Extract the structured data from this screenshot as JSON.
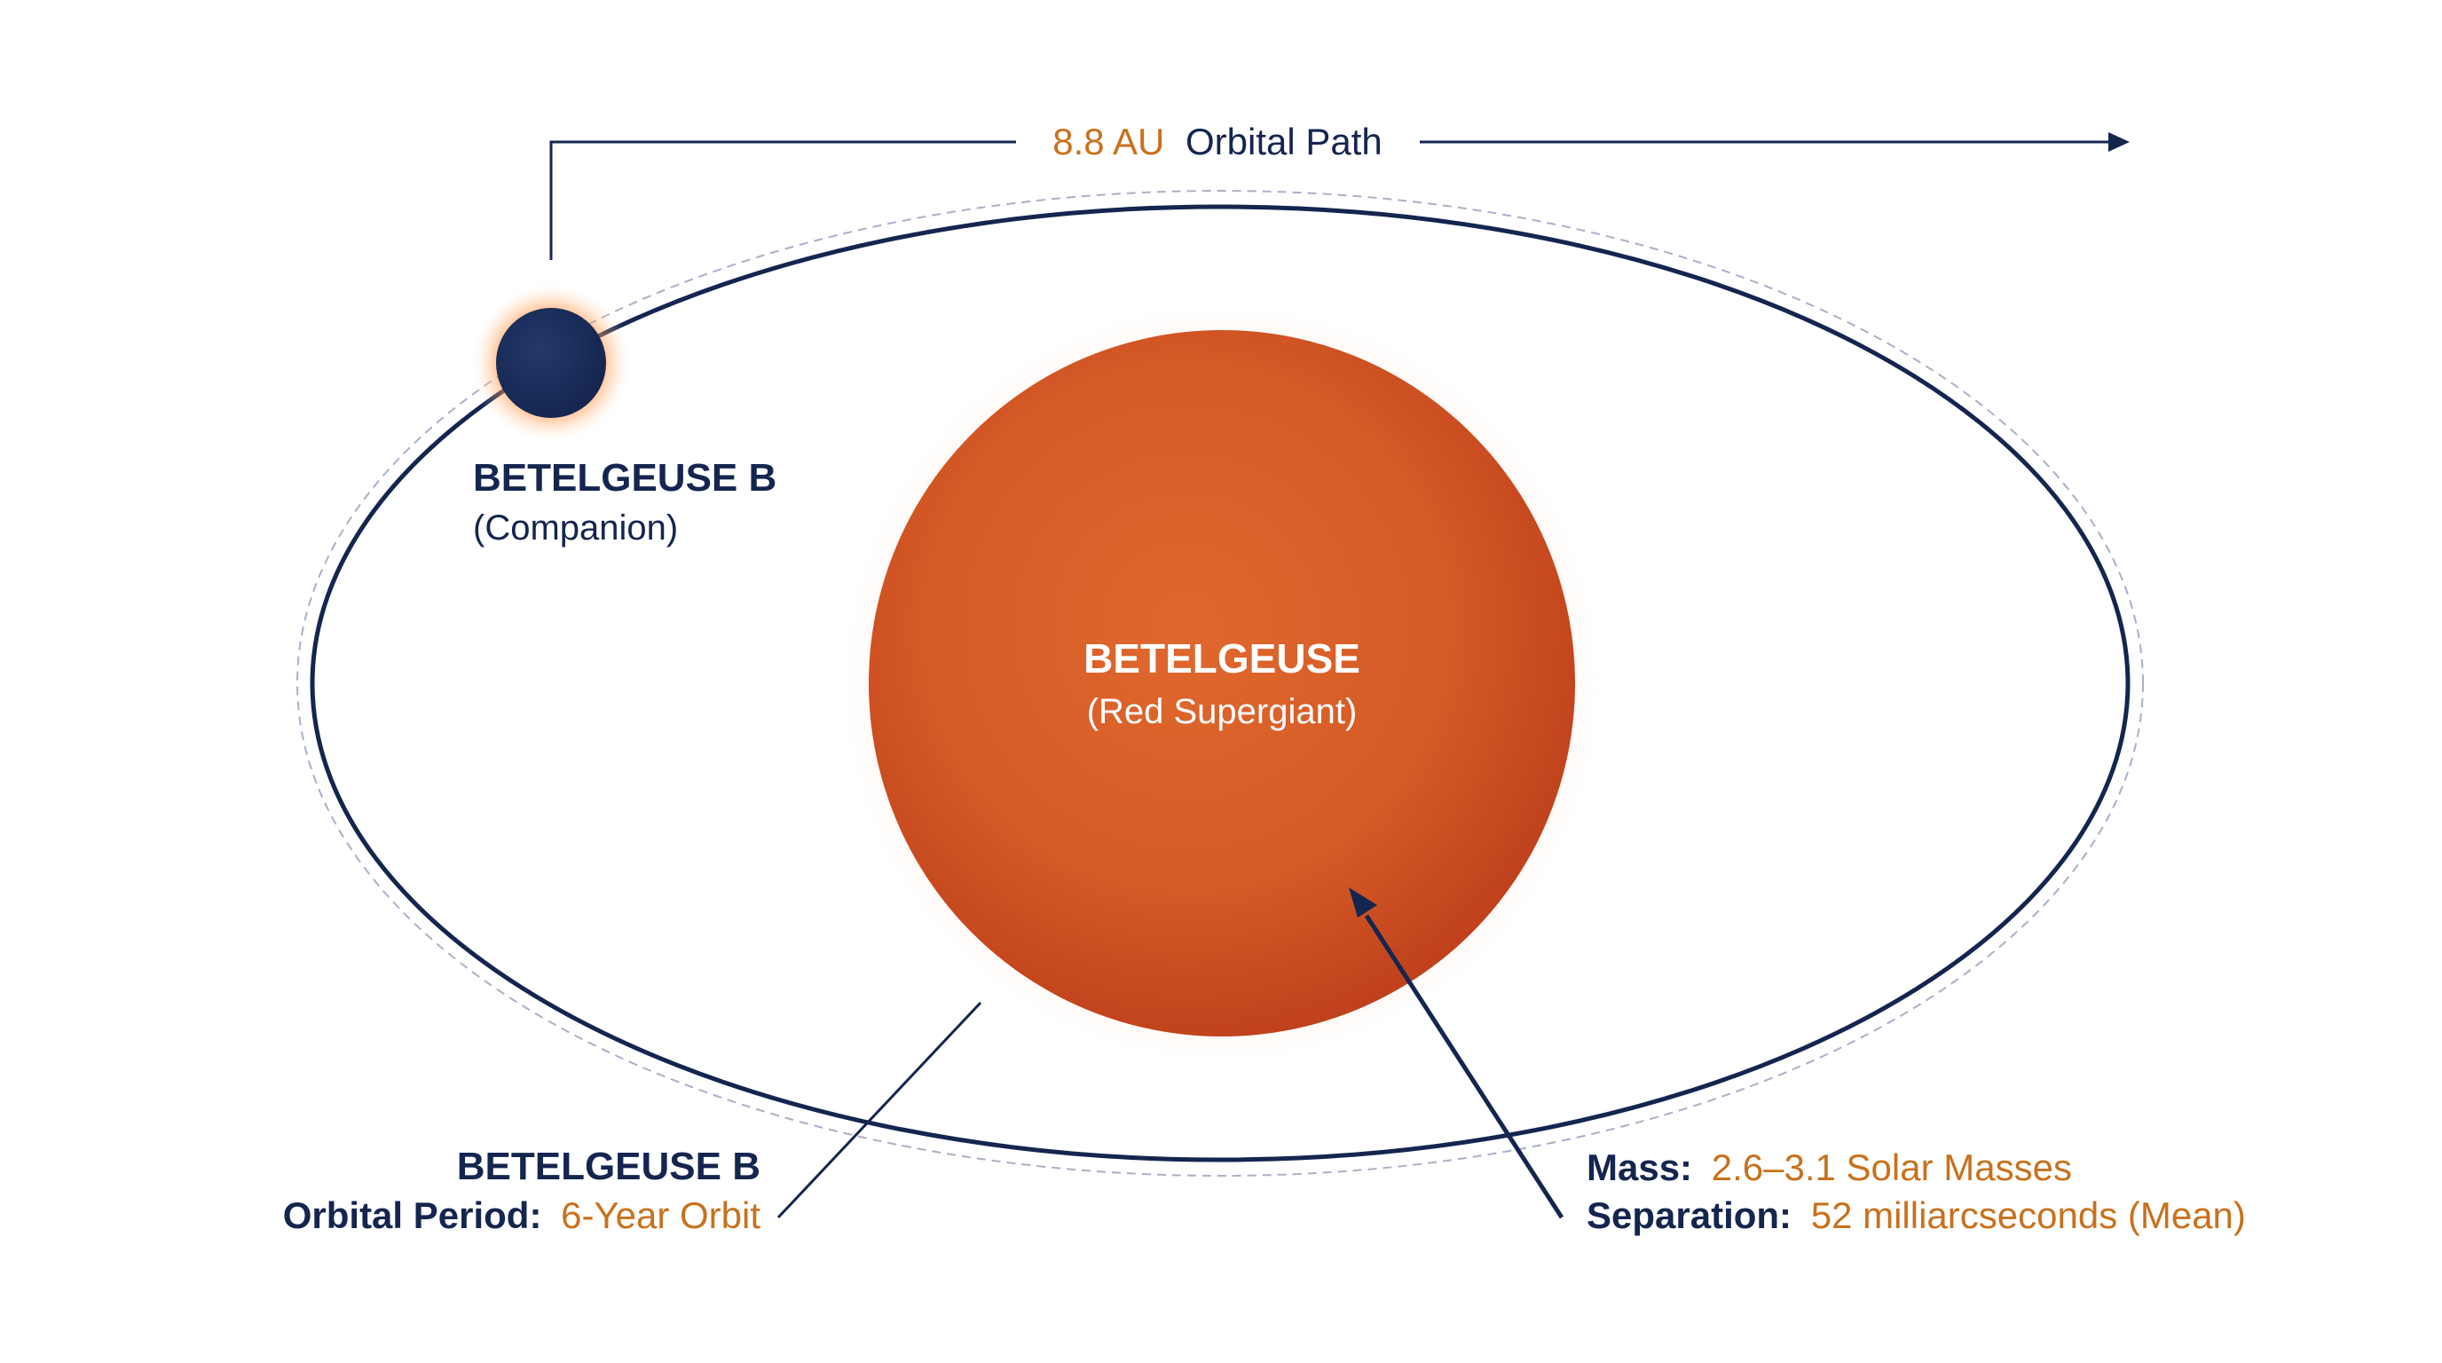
{
  "colors": {
    "navy": "#14254f",
    "accent_orange": "#c8711d",
    "star_core": "#d9602a",
    "star_edge": "#c2431b",
    "star_glow": "#ff8a4a",
    "orbit_dashed": "#a9b0c8"
  },
  "orbital_path": {
    "value": "8.8 AU",
    "label": "Orbital Path"
  },
  "companion": {
    "name": "BETELGEUSE B",
    "descriptor": "(Companion)"
  },
  "primary": {
    "name": "BETELGEUSE",
    "descriptor": "(Red Supergiant)"
  },
  "orbit_info": {
    "name": "BETELGEUSE B",
    "period_label": "Orbital Period:",
    "period_value": "6-Year Orbit"
  },
  "stats": {
    "mass_label": "Mass:",
    "mass_value": "2.6–3.1 Solar Masses",
    "separation_label": "Separation:",
    "separation_value": "52 milliarcseconds (Mean)"
  }
}
